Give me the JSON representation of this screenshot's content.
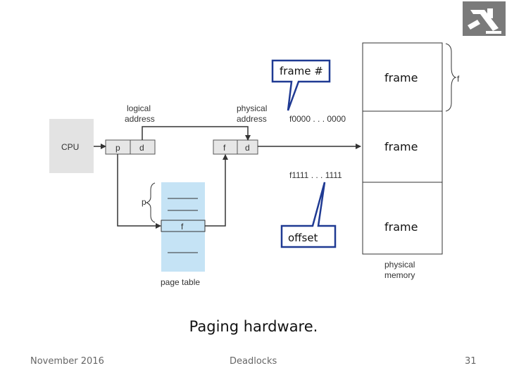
{
  "callouts": {
    "frame_number": "frame #",
    "offset": "offset"
  },
  "cpu": {
    "label": "CPU"
  },
  "logical_address": {
    "label_line1": "logical",
    "label_line2": "address",
    "p": "p",
    "d": "d"
  },
  "physical_address": {
    "label_line1": "physical",
    "label_line2": "address",
    "f": "f",
    "d": "d"
  },
  "page_table": {
    "label": "page table",
    "p_marker": "p",
    "entry_f": "f"
  },
  "frame_addresses": {
    "start": "f0000 . . . 0000",
    "end": "f1111 . . . 1111"
  },
  "physical_memory": {
    "frames": [
      "frame",
      "frame",
      "frame"
    ],
    "label_line1": "physical",
    "label_line2": "memory",
    "brace_label": "f"
  },
  "caption": "Paging hardware.",
  "footer": {
    "date": "November 2016",
    "title": "Deadlocks",
    "page": "31"
  },
  "logo": {
    "name": "university-logo-icon"
  },
  "colors": {
    "callout_border": "#1f3a93",
    "page_table_fill": "#c5e3f5",
    "cpu_fill": "#e3e3e3",
    "register_fill": "#e6e6e6",
    "logo_fill": "#7a7a7a"
  }
}
